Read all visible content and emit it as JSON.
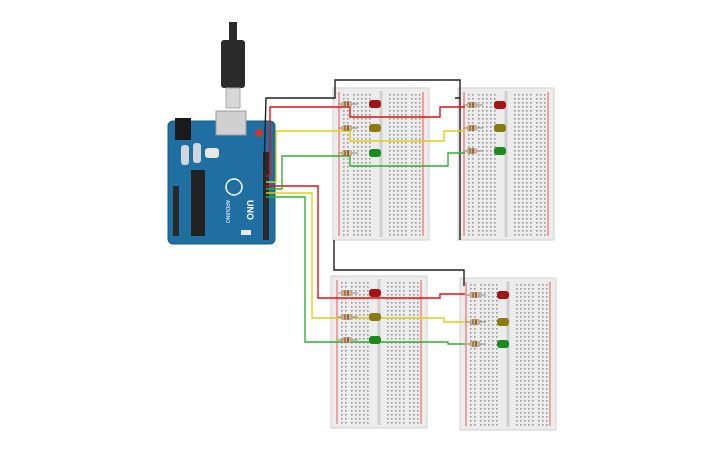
{
  "arduino": {
    "model_label": "UNO",
    "brand_label": "ARDUINO",
    "board_color": "#1f6fa3",
    "header_color": "#2a2a2a"
  },
  "breadboards": [
    {
      "id": "top-left"
    },
    {
      "id": "top-right"
    },
    {
      "id": "bottom-left"
    },
    {
      "id": "bottom-right"
    }
  ],
  "leds": {
    "red": "#a31515",
    "yellow": "#8a7a10",
    "green": "#1c8a1c"
  },
  "wires": {
    "red": "#e01010",
    "yellow": "#e0d010",
    "green": "#30b030",
    "black": "#202020"
  },
  "usb_cable": {
    "color": "#2b2b2b",
    "plug": "#cfcfcf"
  }
}
